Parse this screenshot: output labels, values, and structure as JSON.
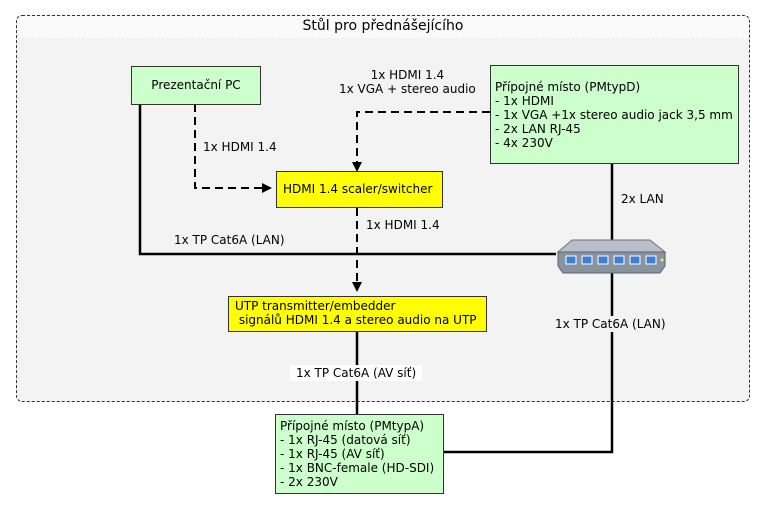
{
  "group": {
    "title": "Stůl pro přednášejícího"
  },
  "nodes": {
    "pc": "Prezentační PC",
    "scaler": "HDMI 1.4 scaler/switcher",
    "utp": "UTP transmitter/embedder\n signálů HDMI 1.4 a stereo audio na UTP",
    "pmtypd": "Přípojné místo (PMtypD)\n- 1x HDMI\n- 1x VGA +1x stereo audio jack 3,5 mm\n- 2x LAN RJ-45\n- 4x 230V",
    "pmtypa": "Přípojné místo (PMtypA)\n- 1x RJ-45 (datová síť)\n- 1x RJ-45 (AV síť)\n- 1x BNC-female (HD-SDI)\n- 2x 230V",
    "switch_icon": "network-switch-icon"
  },
  "edges": {
    "pc_scaler": "1x HDMI 1.4",
    "pmtypd_scaler": "1x HDMI 1.4\n1x VGA + stereo audio",
    "scaler_utp": "1x HDMI 1.4",
    "pc_switch": "1x TP Cat6A (LAN)",
    "pmtypd_switch": "2x LAN",
    "switch_pmtypa": "1x TP Cat6A (LAN)",
    "utp_pmtypa": "1x TP Cat6A (AV síť)"
  },
  "colors": {
    "node_green": "#ccffcc",
    "node_yellow": "#ffff00",
    "group_bg": "#f3f3f3"
  }
}
